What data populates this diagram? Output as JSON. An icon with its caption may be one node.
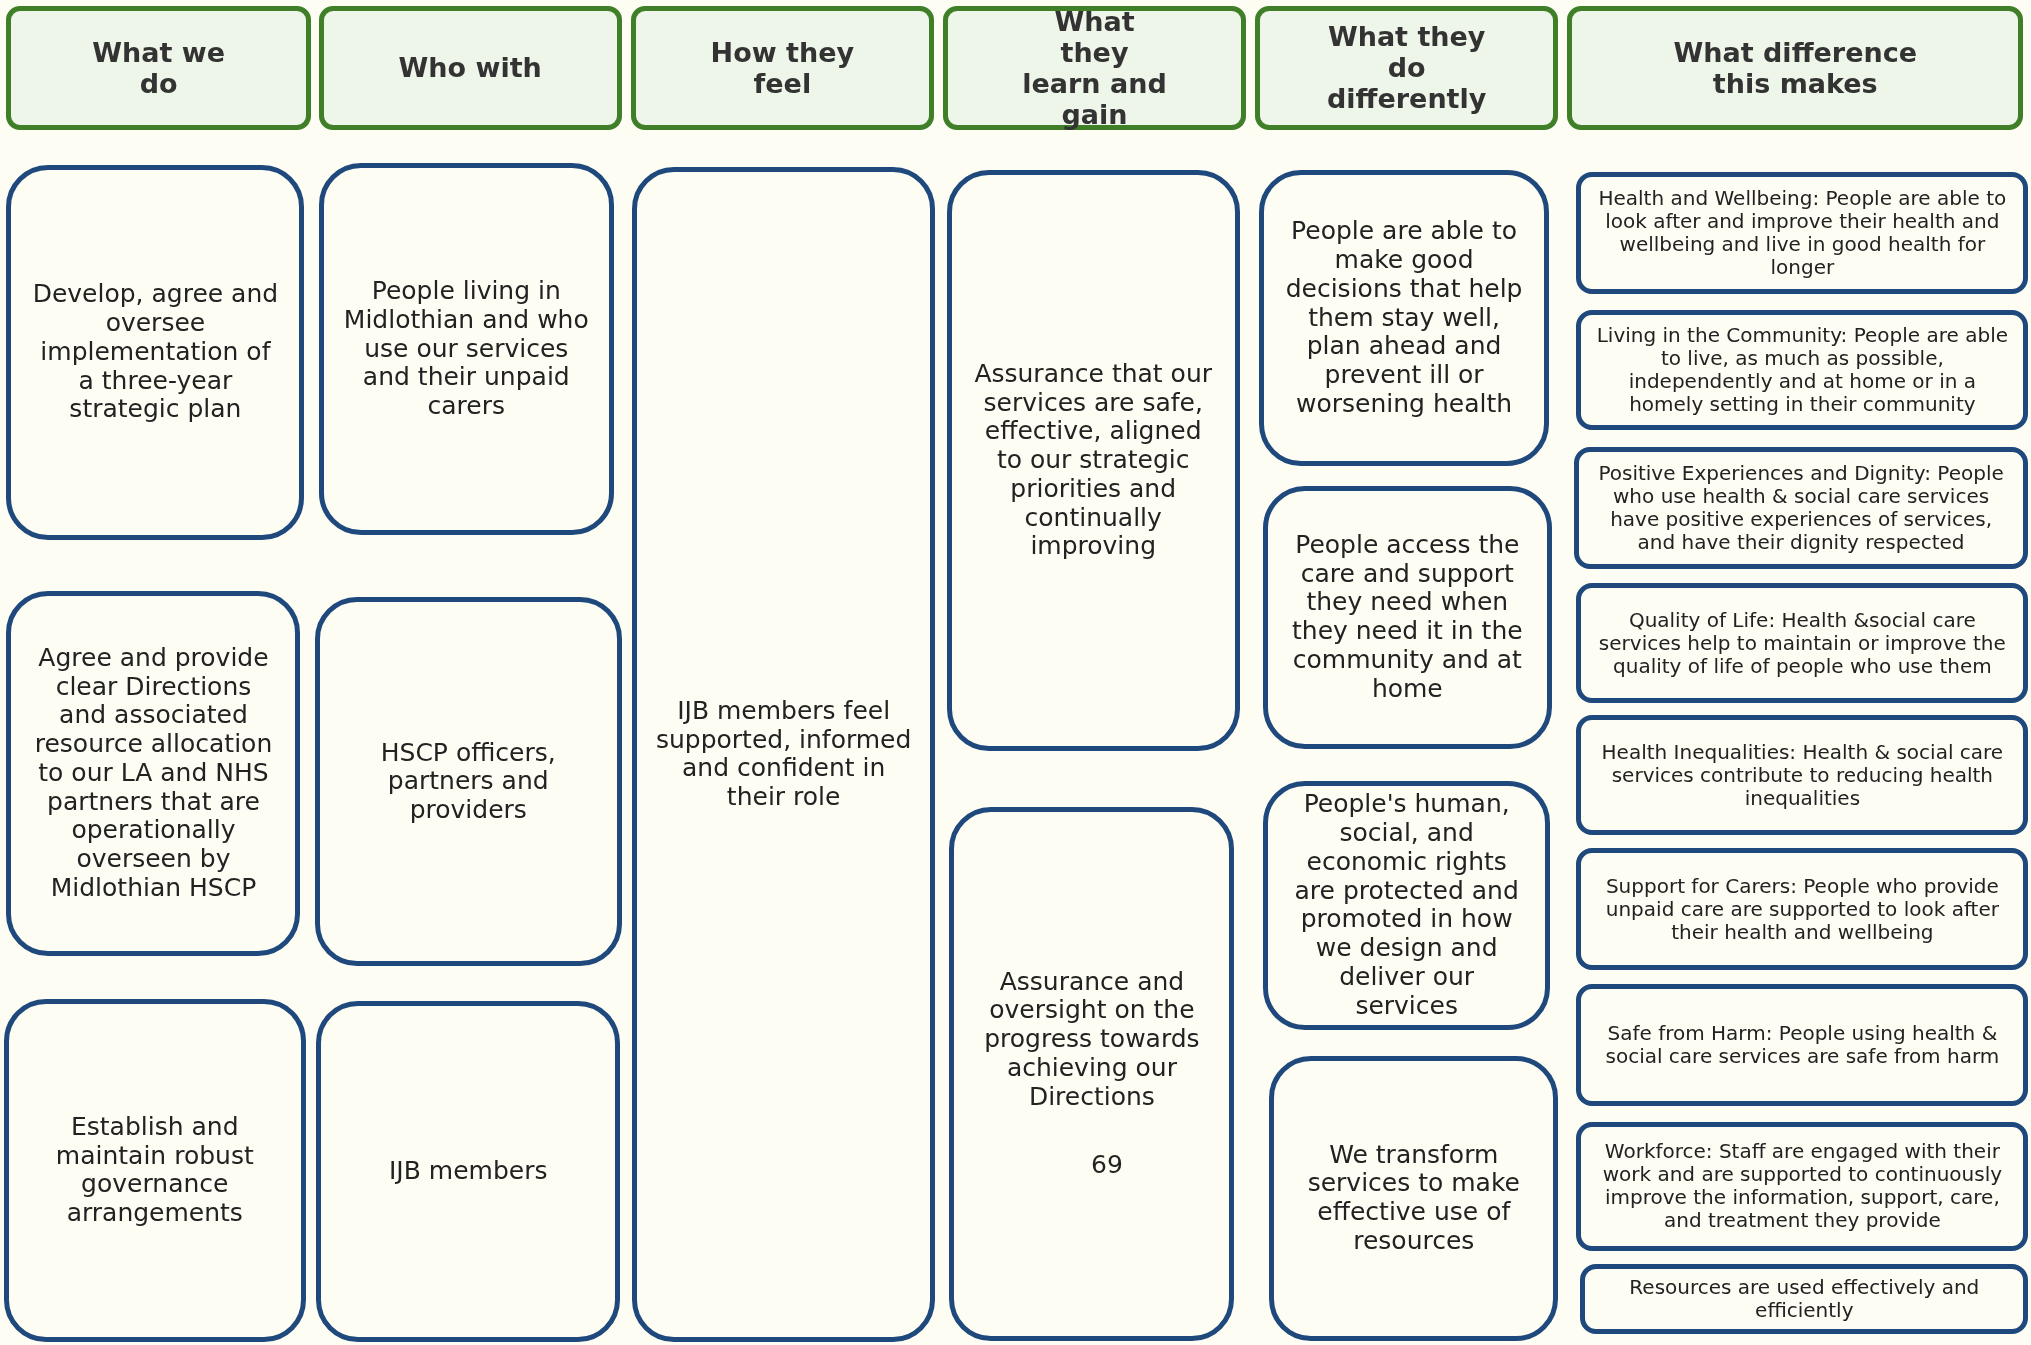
{
  "diagram": {
    "nodes": [
      {
        "text": [
          "What we do"
        ]
      },
      {
        "text": [
          "Who with"
        ]
      },
      {
        "text": [
          "How they feel"
        ]
      },
      {
        "text": [
          "What they learn and gain"
        ]
      },
      {
        "text": [
          "What they do differently"
        ]
      },
      {
        "text": [
          "What difference this makes"
        ]
      },
      {
        "text": [
          "Develop, agree and oversee implementation of a three-year strategic plan"
        ]
      },
      {
        "text": [
          "Agree and provide clear Directions and associated resource allocation to our LA and NHS partners that are operationally overseen by Midlothian HSCP"
        ]
      },
      {
        "text": [
          "Establish and maintain robust governance arrangements"
        ]
      },
      {
        "text": [
          "People living in Midlothian and who use our services and their unpaid carers"
        ]
      },
      {
        "text": [
          "HSCP officers, partners and providers"
        ]
      },
      {
        "text": [
          "IJB members"
        ]
      },
      {
        "text": [
          "IJB members feel supported, informed and confident in their role"
        ]
      },
      {
        "text": [
          "Assurance that our services are safe, effective, aligned to our strategic priorities and continually improving"
        ]
      },
      {
        "text": [
          "Assurance and oversight on the progress towards achieving our Directions",
          "69"
        ]
      },
      {
        "text": [
          "People are able to make good decisions that help them stay well, plan ahead and prevent ill or worsening health"
        ]
      },
      {
        "text": [
          "People access the care and support they need when they need it in the community and at home"
        ]
      },
      {
        "text": [
          "People's human, social, and economic rights are protected and promoted in how we design and deliver our services"
        ]
      },
      {
        "text": [
          "We transform services to make effective use of resources"
        ]
      },
      {
        "text": [
          "Health and Wellbeing: People are able to look after and improve their health and wellbeing and live in good health for longer"
        ]
      },
      {
        "text": [
          "Living in the Community: People are able to live, as much as possible, independently and at home or in a homely setting in their community"
        ]
      },
      {
        "text": [
          "Positive Experiences and Dignity: People who use health & social care services have positive experiences of services, and have their dignity respected"
        ]
      },
      {
        "text": [
          "Quality of Life: Health &social care services help to maintain or improve the quality of life of people who use them"
        ]
      },
      {
        "text": [
          "Health Inequalities: Health & social care services contribute to reducing health inequalities"
        ]
      },
      {
        "text": [
          "Support for Carers: People who provide unpaid care are supported to look after their health and wellbeing"
        ]
      },
      {
        "text": [
          "Safe from Harm: People using health & social care services are safe from harm"
        ]
      },
      {
        "text": [
          "Workforce: Staff are engaged with their work and are supported to continuously improve the information, support, care, and treatment they provide"
        ]
      },
      {
        "text": [
          "Resources are used effectively and efficiently"
        ]
      }
    ],
    "edges": []
  }
}
